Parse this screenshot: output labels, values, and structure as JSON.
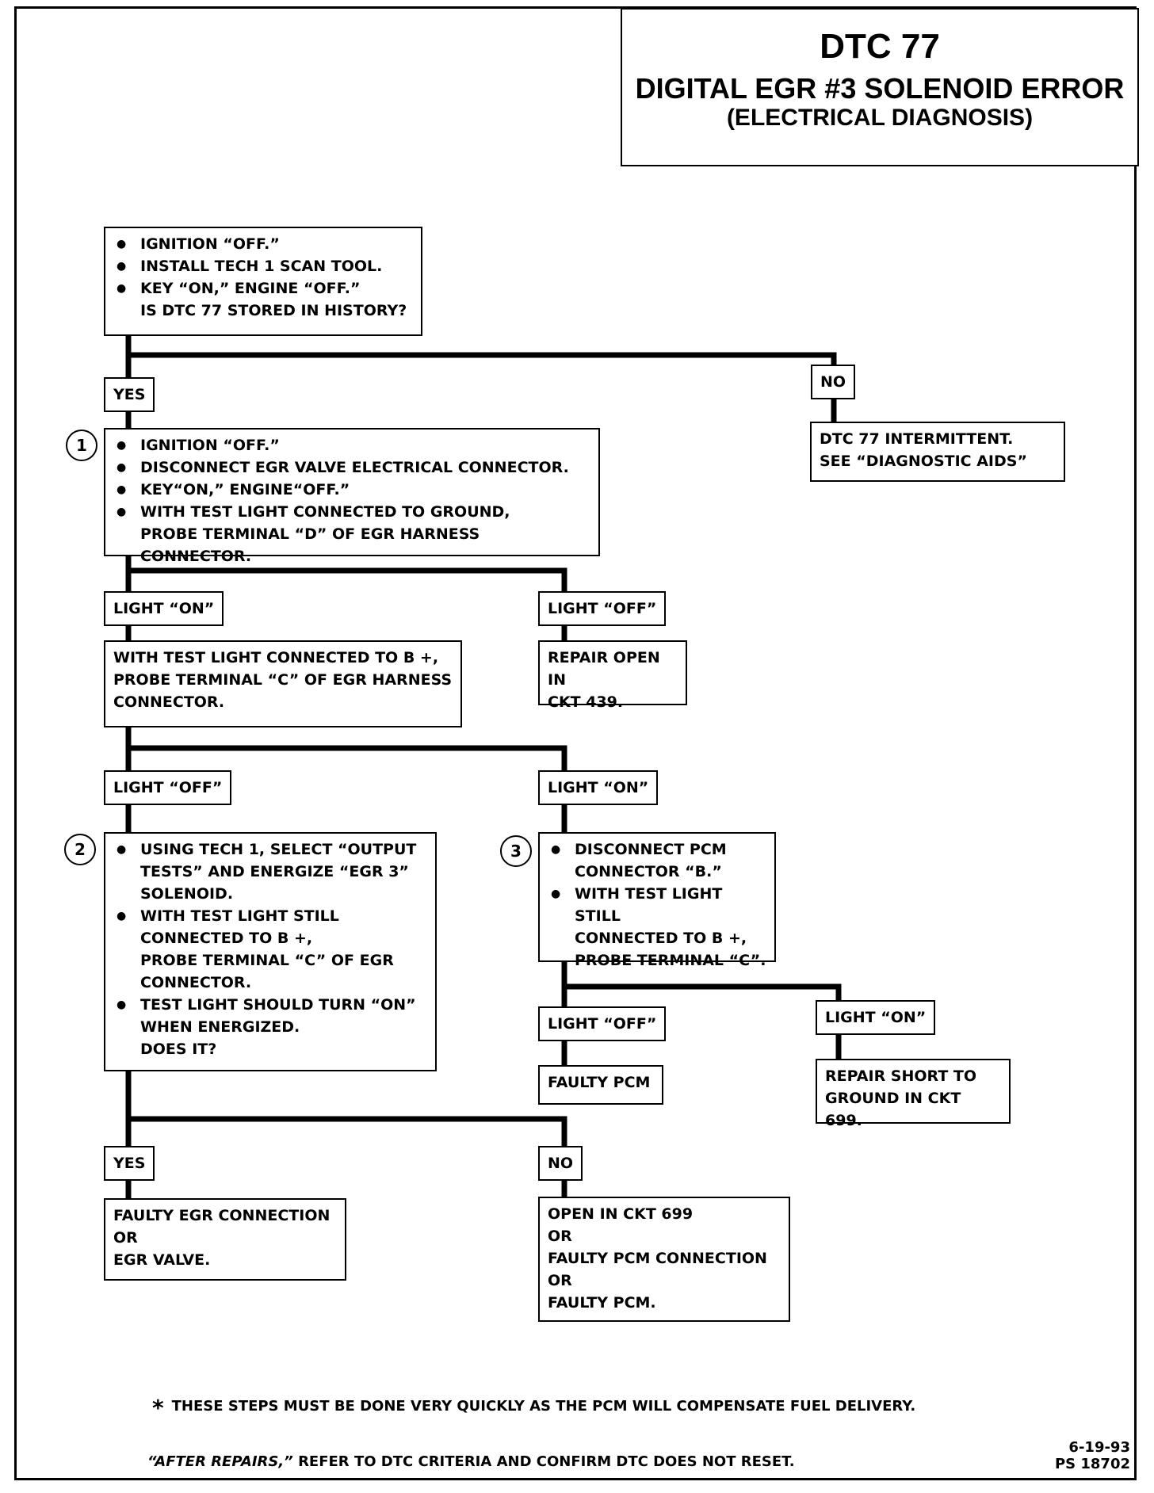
{
  "title": {
    "code": "DTC 77",
    "name": "DIGITAL EGR #3 SOLENOID ERROR",
    "subtitle": "(ELECTRICAL DIAGNOSIS)"
  },
  "start": {
    "items": [
      "IGNITION “OFF.”",
      "INSTALL TECH 1 SCAN TOOL.",
      "KEY “ON,” ENGINE “OFF.”\nIS DTC 77 STORED IN HISTORY?"
    ]
  },
  "branch_start": {
    "yes": "YES",
    "no": "NO"
  },
  "intermittent": {
    "text": "DTC 77 INTERMITTENT.\nSEE “DIAGNOSTIC AIDS”"
  },
  "step1": {
    "marker": "1",
    "items": [
      "IGNITION “OFF.”",
      "DISCONNECT EGR VALVE ELECTRICAL CONNECTOR.",
      "KEY“ON,” ENGINE“OFF.”",
      "WITH TEST LIGHT CONNECTED TO GROUND,\nPROBE TERMINAL “D” OF EGR HARNESS CONNECTOR."
    ]
  },
  "branch1": {
    "on": "LIGHT “ON”",
    "off": "LIGHT “OFF”"
  },
  "probe_c": {
    "text": "WITH TEST LIGHT CONNECTED TO B +,\nPROBE TERMINAL “C” OF EGR HARNESS\nCONNECTOR."
  },
  "repair_open_439": {
    "text": "REPAIR OPEN IN\nCKT 439."
  },
  "branch_c": {
    "off": "LIGHT “OFF”",
    "on": "LIGHT “ON”"
  },
  "step2": {
    "marker": "2",
    "items": [
      "USING TECH 1, SELECT “OUTPUT\nTESTS” AND ENERGIZE “EGR 3”\nSOLENOID.",
      "WITH TEST LIGHT STILL\nCONNECTED TO B +,\nPROBE TERMINAL “C” OF EGR\nCONNECTOR.",
      "TEST LIGHT SHOULD TURN “ON”\nWHEN ENERGIZED.\nDOES IT?"
    ]
  },
  "step3": {
    "marker": "3",
    "items": [
      "DISCONNECT PCM\nCONNECTOR “B.”",
      "WITH TEST LIGHT STILL\nCONNECTED TO B +,\nPROBE TERMINAL “C”."
    ]
  },
  "branch3": {
    "off": "LIGHT “OFF”",
    "on": "LIGHT “ON”"
  },
  "faulty_pcm": {
    "text": "FAULTY PCM"
  },
  "repair_short_699": {
    "text": "REPAIR SHORT TO\nGROUND IN CKT 699."
  },
  "branch2": {
    "yes": "YES",
    "no": "NO"
  },
  "faulty_egr": {
    "text": "FAULTY EGR CONNECTION\nOR\nEGR  VALVE."
  },
  "open_699": {
    "text": "OPEN IN CKT 699\nOR\nFAULTY PCM CONNECTION\nOR\nFAULTY PCM."
  },
  "notes": {
    "star": "*",
    "quick": "THESE STEPS MUST BE DONE VERY QUICKLY AS THE PCM WILL COMPENSATE FUEL DELIVERY.",
    "after_em": "“AFTER REPAIRS,”",
    "after_rest": "REFER TO DTC CRITERIA AND CONFIRM DTC DOES NOT RESET."
  },
  "footer": {
    "date": "6-19-93",
    "ref": "PS 18702"
  }
}
